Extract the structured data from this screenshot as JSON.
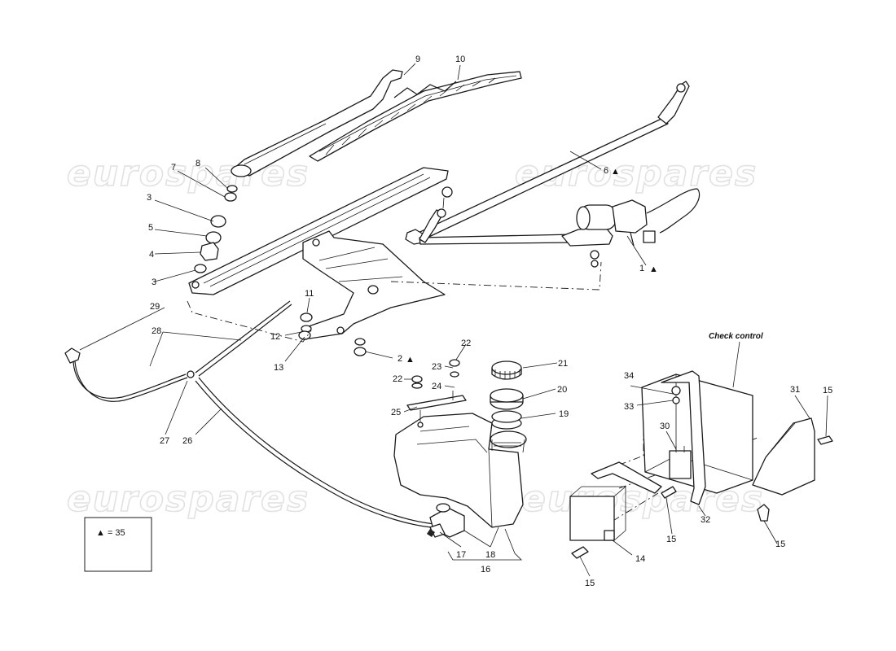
{
  "watermark": {
    "text": "eurospares",
    "color": "#e2e2e2"
  },
  "callouts": {
    "p1": "1",
    "p2": "2",
    "p3a": "3",
    "p3b": "3",
    "p4": "4",
    "p5": "5",
    "p6": "6",
    "p7": "7",
    "p8": "8",
    "p9": "9",
    "p10": "10",
    "p11": "11",
    "p12": "12",
    "p13": "13",
    "p14": "14",
    "p15a": "15",
    "p15b": "15",
    "p15c": "15",
    "p15d": "15",
    "p16": "16",
    "p17": "17",
    "p18": "18",
    "p19": "19",
    "p20": "20",
    "p21": "21",
    "p22a": "22",
    "p22b": "22",
    "p23": "23",
    "p24": "24",
    "p25": "25",
    "p26": "26",
    "p27": "27",
    "p28": "28",
    "p29": "29",
    "p30": "30",
    "p31": "31",
    "p32": "32",
    "p33": "33",
    "p34": "34"
  },
  "marker_symbol": "▲",
  "check_control_label": "Check control",
  "legend": {
    "text": "▲ = 35"
  }
}
